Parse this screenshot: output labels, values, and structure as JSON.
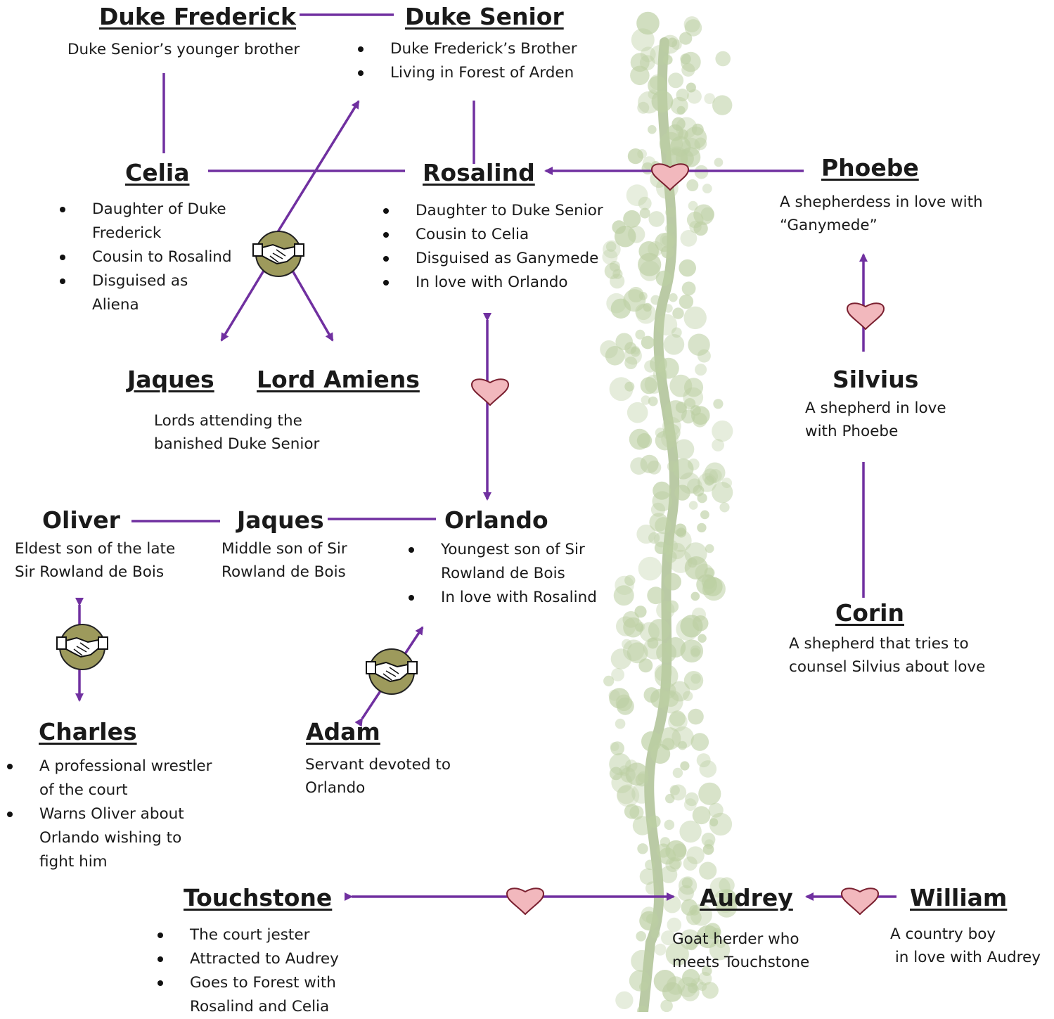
{
  "colors": {
    "name": "#a9c43a",
    "connector": "#7030a0",
    "heart_fill": "#f2b8bd",
    "heart_stroke": "#7a2030",
    "handshake_fill": "#9d9a5c",
    "tree_foliage": "#bccfa3",
    "tree_trunk": "#a9bd8e"
  },
  "icons": {
    "heart": "heart-icon",
    "handshake": "handshake-icon",
    "tree": "tree-image"
  },
  "characters": {
    "duke_frederick": {
      "name": "Duke Frederick",
      "description": [
        "Duke Senior’s younger brother"
      ]
    },
    "duke_senior": {
      "name": "Duke Senior",
      "bullets": [
        "Duke Frederick’s Brother",
        "Living in Forest of Arden"
      ]
    },
    "celia": {
      "name": "Celia",
      "bullets": [
        "Daughter of Duke Frederick",
        "Cousin to Rosalind",
        "Disguised as Aliena"
      ]
    },
    "rosalind": {
      "name": "Rosalind",
      "bullets": [
        "Daughter to Duke Senior",
        "Cousin to Celia",
        "Disguised as Ganymede",
        "In love with Orlando"
      ]
    },
    "phoebe": {
      "name": "Phoebe",
      "description": [
        "A shepherdess in love with",
        "“Ganymede”"
      ]
    },
    "jaques_lord": {
      "name": "Jaques"
    },
    "lord_amiens": {
      "name": "Lord Amiens"
    },
    "lords_note": {
      "description": [
        "Lords attending the",
        "banished Duke Senior"
      ]
    },
    "silvius": {
      "name": "Silvius",
      "description": [
        "A shepherd in love",
        "with Phoebe"
      ]
    },
    "oliver": {
      "name": "Oliver",
      "description": [
        "Eldest son of the late",
        "Sir Rowland de Bois"
      ]
    },
    "jaques_son": {
      "name": "Jaques",
      "description": [
        "Middle son of Sir",
        "Rowland de Bois"
      ]
    },
    "orlando": {
      "name": "Orlando",
      "bullets": [
        "Youngest son of Sir Rowland de Bois",
        "In love with Rosalind"
      ]
    },
    "corin": {
      "name": "Corin",
      "description": [
        "A shepherd that tries to",
        "counsel Silvius about love"
      ]
    },
    "charles": {
      "name": "Charles",
      "bullets": [
        "A professional wrestler of the court",
        "Warns Oliver about Orlando wishing to fight him"
      ]
    },
    "adam": {
      "name": "Adam",
      "description": [
        "Servant devoted to",
        "Orlando"
      ]
    },
    "touchstone": {
      "name": "Touchstone",
      "bullets": [
        "The court jester",
        "Attracted to Audrey",
        "Goes to Forest with Rosalind and Celia"
      ]
    },
    "audrey": {
      "name": "Audrey",
      "description": [
        "Goat herder who",
        "meets Touchstone"
      ]
    },
    "william": {
      "name": "William",
      "description": [
        "A country boy",
        " in love with Audrey"
      ]
    }
  }
}
